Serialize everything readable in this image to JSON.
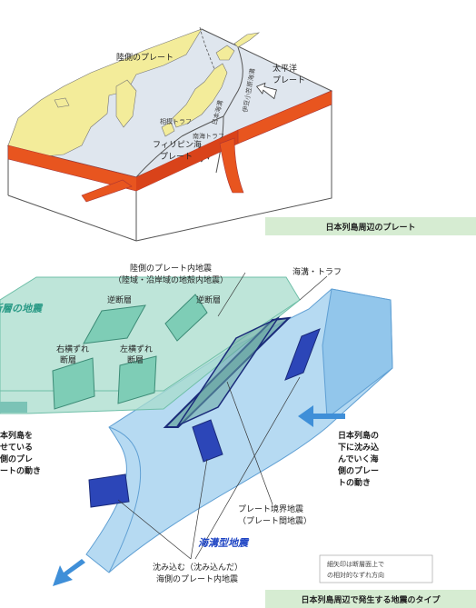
{
  "top_figure": {
    "labels": {
      "continental_plate": "陸側のプレート",
      "pacific_plate_l1": "太平洋",
      "pacific_plate_l2": "プレート",
      "philippine_plate_l1": "フィリピン海",
      "philippine_plate_l2": "プレート",
      "small_a": "相模トラフ",
      "small_b": "南海トラフ",
      "small_c": "日本海溝",
      "small_d": "伊豆小笠原海溝"
    },
    "caption": "日本列島周辺のプレート",
    "colors": {
      "land": "#f3ec9a",
      "sea": "#dfe6ee",
      "crust": "#e8551f"
    }
  },
  "bottom_figure": {
    "labels": {
      "inland_l1": "陸側のプレート内地震",
      "inland_l2": "（陸域・沿岸域の地殻内地震）",
      "active_fault": "活断層の地震",
      "trench": "海溝・トラフ",
      "reverse_left": "逆断層",
      "reverse_right": "逆断層",
      "right_lateral_l1": "右横ずれ",
      "right_lateral_l2": "断層",
      "left_lateral_l1": "左横ずれ",
      "left_lateral_l2": "断層",
      "push_l1": "本列島を",
      "push_l2": "せている",
      "push_l3": "側のプレ",
      "push_l4": "ートの動き",
      "subduct_l1": "日本列島の",
      "subduct_l2": "下に沈み込",
      "subduct_l3": "んでいく海",
      "subduct_l4": "側のプレー",
      "subduct_l5": "トの動き",
      "boundary_l1": "プレート境界地震",
      "boundary_l2": "（プレート間地震）",
      "ocean_type": "海溝型地震",
      "slab_l1": "沈み込む（沈み込んだ）",
      "slab_l2": "海側のプレート内地震",
      "note_l1": "細矢印は断層面上で",
      "note_l2": "の相対的なずれ方向"
    },
    "caption": "日本列島周辺で発生する地震のタイプ",
    "colors": {
      "green": "#a8dccc",
      "blue": "#a9d3f0",
      "dark_blue": "#2c46b8",
      "arrow": "#3f8fd8"
    }
  }
}
